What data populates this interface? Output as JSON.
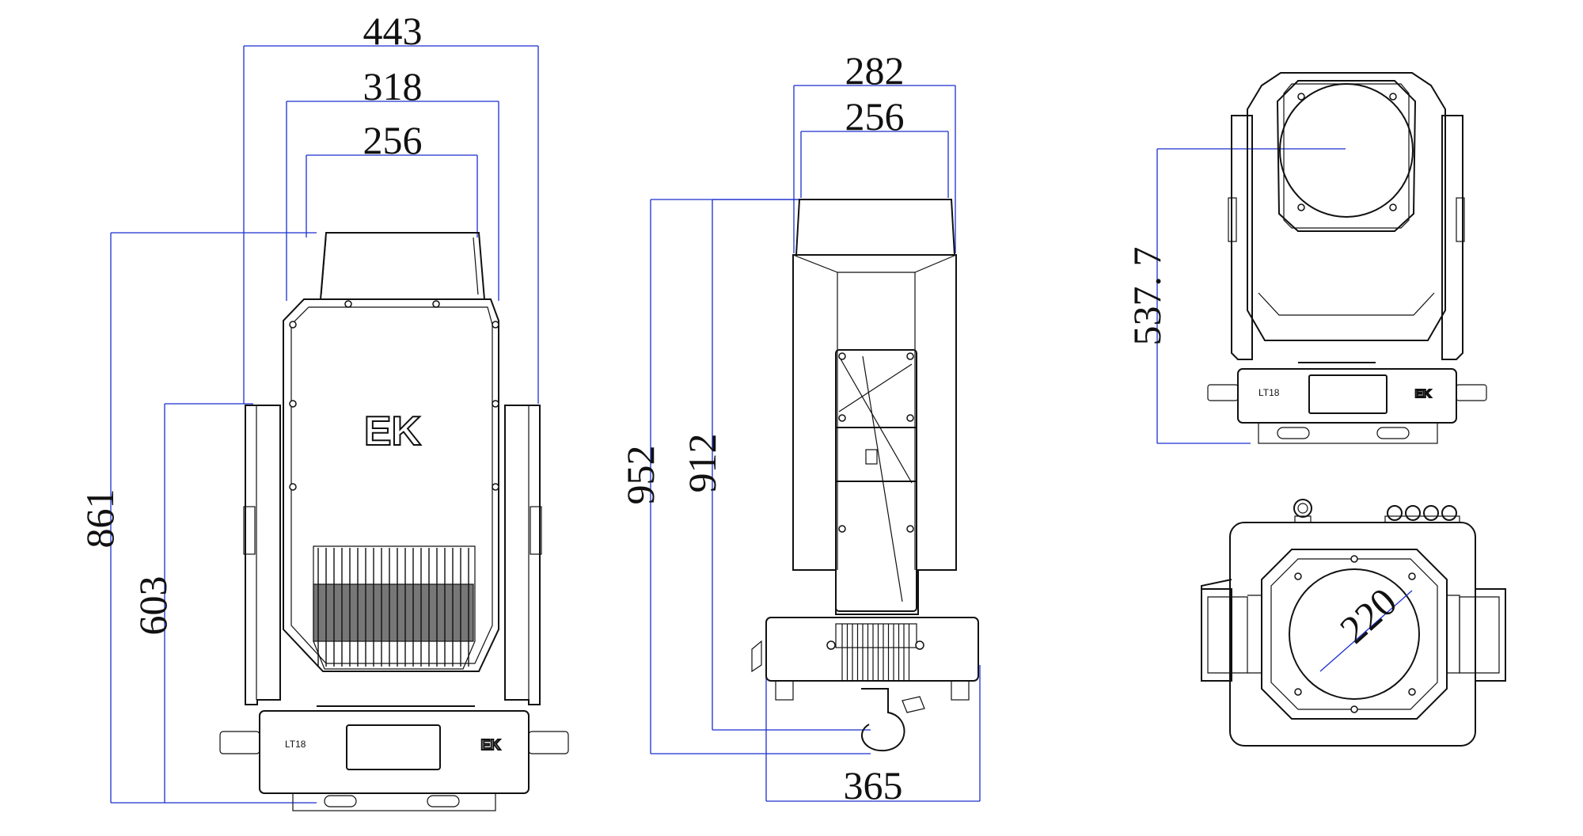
{
  "brand_logo": "EK",
  "model_label": "LT18",
  "dimensions": {
    "front_width_outer": "443",
    "front_width_mid": "318",
    "front_width_head": "256",
    "front_height_total": "861",
    "front_height_base": "603",
    "side_width_outer": "282",
    "side_width_inner": "256",
    "side_height_total": "952",
    "side_height_inner": "912",
    "side_base_width": "365",
    "top_height": "537. 7",
    "lens_diameter": "220"
  },
  "colors": {
    "dimension_line": "#1a2fcf",
    "outline": "#111111",
    "background": "#ffffff"
  }
}
